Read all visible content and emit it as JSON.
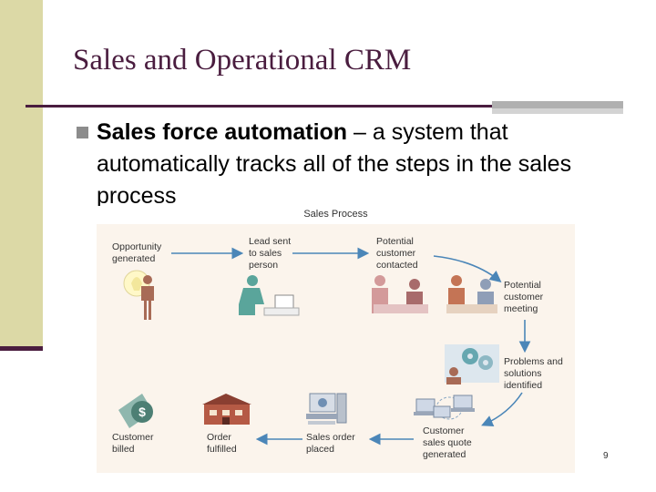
{
  "slide": {
    "title": "Sales and Operational CRM",
    "bullet_term": "Sales force automation",
    "bullet_rest": " – a system that automatically tracks all of the steps in the sales process",
    "page_number": "9"
  },
  "figure": {
    "title": "Sales Process",
    "steps": [
      "Opportunity\ngenerated",
      "Lead sent\nto sales\nperson",
      "Potential\ncustomer\ncontacted",
      "Potential\ncustomer\nmeeting",
      "Problems and\nsolutions\nidentified",
      "Customer\nsales quote\ngenerated",
      "Sales order\nplaced",
      "Order\nfulfilled",
      "Customer\nbilled"
    ],
    "icon_names": [
      "lightbulb-person-icon",
      "person-at-computer-icon",
      "people-meeting-icon",
      "gears-icon",
      "computers-network-icon",
      "computer-icon",
      "building-icon",
      "money-icon"
    ],
    "arrow_color": "#4b86b8"
  }
}
